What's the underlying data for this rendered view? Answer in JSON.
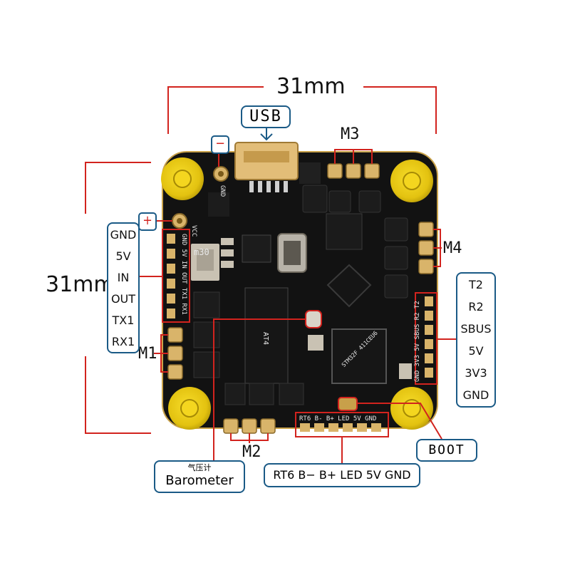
{
  "dimensions": {
    "width_label": "31mm",
    "height_label": "31mm"
  },
  "connectors": {
    "usb": "USB",
    "minus": "−",
    "plus": "+",
    "boot": "BOOT",
    "barometer_cn": "气压计",
    "barometer": "Barometer",
    "bottom_pads": "RT6 B− B+ LED 5V GND"
  },
  "motors": {
    "m1": "M1",
    "m2": "M2",
    "m3": "M3",
    "m4": "M4"
  },
  "left_pins": [
    "GND",
    "5V",
    "IN",
    "OUT",
    "TX1",
    "RX1"
  ],
  "right_pins": [
    "T2",
    "R2",
    "SBUS",
    "5V",
    "3V3",
    "GND"
  ],
  "board_silk": {
    "vcc": "VCC",
    "gnd": "GND",
    "left_header": "GND 5V IN OUT TX1 RX1",
    "right_header": "GND 3V3 5V SBUS R2 T2",
    "bottom_header": "RT6 B- B+ LED 5V GND",
    "inductor": "m30",
    "mcu": "STM32F 411CEU6",
    "baro_chip": "AT4"
  },
  "colors": {
    "board": "#121212",
    "pad": "#d9b46a",
    "mount": "#f2d21b",
    "leader": "#d2231e",
    "callout": "#1a5a86"
  }
}
